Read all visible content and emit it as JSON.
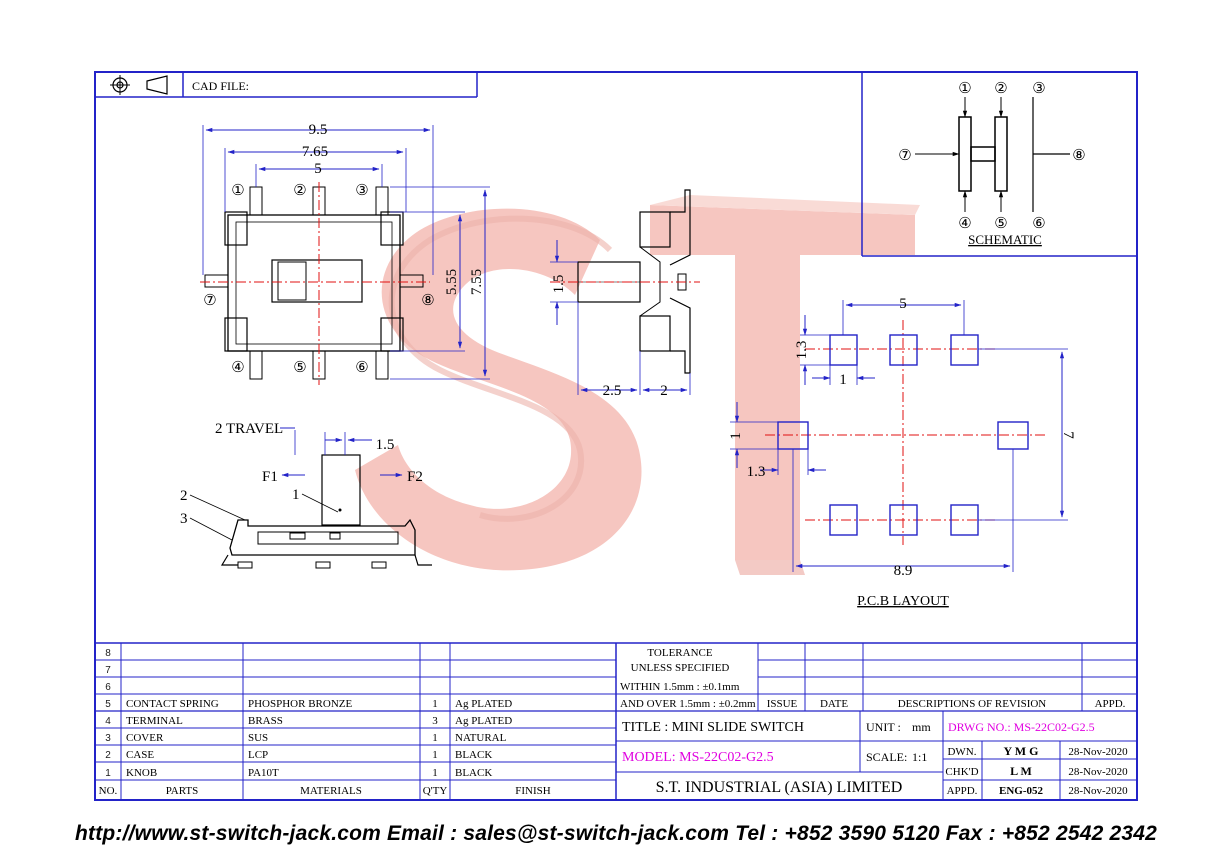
{
  "header": {
    "cad_file_label": "CAD FILE:"
  },
  "watermark": {
    "text": "ST"
  },
  "top_view": {
    "dims": [
      "9.5",
      "7.65",
      "5",
      "5.55",
      "7.55"
    ],
    "pins": [
      "①",
      "②",
      "③",
      "④",
      "⑤",
      "⑥",
      "⑦",
      "⑧"
    ]
  },
  "side_view": {
    "dims": [
      "1.5",
      "2.5",
      "2"
    ]
  },
  "travel_view": {
    "travel_label": "2 TRAVEL",
    "dim": "1.5",
    "f1": "F1",
    "f2": "F2",
    "callouts": [
      "1",
      "2",
      "3"
    ]
  },
  "schematic": {
    "title": "SCHEMATIC",
    "pins": [
      "①",
      "②",
      "③",
      "④",
      "⑤",
      "⑥",
      "⑦",
      "⑧"
    ]
  },
  "pcb": {
    "title": "P.C.B  LAYOUT",
    "dims": [
      "5",
      "1.3",
      "1",
      "1",
      "1.3",
      "7",
      "8.9"
    ]
  },
  "bom": {
    "rows": [
      {
        "no": "8",
        "part": "",
        "material": "",
        "qty": "",
        "finish": ""
      },
      {
        "no": "7",
        "part": "",
        "material": "",
        "qty": "",
        "finish": ""
      },
      {
        "no": "6",
        "part": "",
        "material": "",
        "qty": "",
        "finish": ""
      },
      {
        "no": "5",
        "part": "CONTACT SPRING",
        "material": "PHOSPHOR BRONZE",
        "qty": "1",
        "finish": "Ag PLATED"
      },
      {
        "no": "4",
        "part": "TERMINAL",
        "material": "BRASS",
        "qty": "3",
        "finish": "Ag PLATED"
      },
      {
        "no": "3",
        "part": "COVER",
        "material": "SUS",
        "qty": "1",
        "finish": "NATURAL"
      },
      {
        "no": "2",
        "part": "CASE",
        "material": "LCP",
        "qty": "1",
        "finish": "BLACK"
      },
      {
        "no": "1",
        "part": "KNOB",
        "material": "PA10T",
        "qty": "1",
        "finish": "BLACK"
      }
    ],
    "header": {
      "no": "NO.",
      "part": "PARTS",
      "material": "MATERIALS",
      "qty": "Q'TY",
      "finish": "FINISH"
    }
  },
  "tolerance": {
    "line1": "TOLERANCE",
    "line2": "UNLESS   SPECIFIED",
    "line3": "WITHIN  1.5mm : ±0.1mm",
    "line4": "AND  OVER 1.5mm : ±0.2mm"
  },
  "revision": {
    "issue": "ISSUE",
    "date": "DATE",
    "desc": "DESCRIPTIONS  OF  REVISION",
    "appd": "APPD."
  },
  "title_block": {
    "title": "TITLE : MINI SLIDE SWITCH",
    "unit_label": "UNIT :",
    "unit_value": "mm",
    "drwg": "DRWG NO.: MS-22C02-G2.5",
    "model": "MODEL: MS-22C02-G2.5",
    "scale_label": "SCALE:",
    "scale_value": "1:1",
    "dwn_label": "DWN.",
    "dwn_value": "Y M G",
    "dwn_date": "28-Nov-2020",
    "chkd_label": "CHK'D",
    "chkd_value": "L M",
    "chkd_date": "28-Nov-2020",
    "appd_label": "APPD.",
    "appd_value": "ENG-052",
    "appd_date": "28-Nov-2020",
    "company": "S.T.  INDUSTRIAL  (ASIA)  LIMITED"
  },
  "footer": {
    "text": "http://www.st-switch-jack.com  Email : sales@st-switch-jack.com  Tel : +852 3590 5120  Fax : +852 2542 2342"
  },
  "colors": {
    "border": "#2323c8",
    "watermark": "#f2a9a0",
    "magenta": "#e000e0",
    "centerline": "#e01010"
  }
}
